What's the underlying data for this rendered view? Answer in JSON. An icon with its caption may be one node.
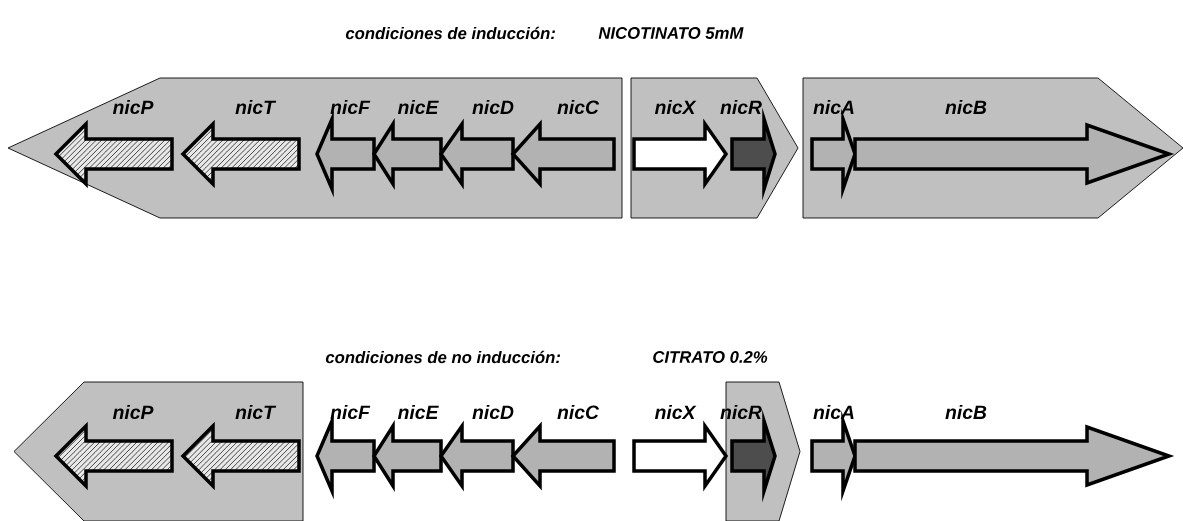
{
  "diagram": {
    "nodes": [
      {
        "text": [],
        "shape": "band"
      },
      {
        "text": [
          "nicP"
        ],
        "in": 0
      },
      {
        "text": [
          "nicT"
        ],
        "in": 0
      },
      {
        "text": [
          "nicF"
        ],
        "in": 0
      },
      {
        "text": [
          "nicE"
        ],
        "in": 0
      },
      {
        "text": [
          "nicD"
        ],
        "in": 0
      },
      {
        "text": [
          "nicC"
        ],
        "in": 0
      },
      {
        "text": [],
        "shape": "band"
      },
      {
        "text": [
          "nicX"
        ],
        "in": 7
      },
      {
        "text": [
          "nicR"
        ],
        "in": 7
      },
      {
        "text": [],
        "shape": "band"
      },
      {
        "text": [
          "nicA"
        ],
        "in": 10
      },
      {
        "text": [
          "nicB"
        ],
        "in": 10
      },
      {
        "text": [],
        "shape": "band"
      },
      {
        "text": [
          "nicP"
        ],
        "in": 13
      },
      {
        "text": [
          "nicT"
        ],
        "in": 13
      },
      {
        "text": [
          "nicF"
        ]
      },
      {
        "text": [
          "nicE"
        ]
      },
      {
        "text": [
          "nicD"
        ]
      },
      {
        "text": [
          "nicC"
        ]
      },
      {
        "text": [
          "nicX"
        ]
      },
      {
        "text": [],
        "shape": "band"
      },
      {
        "text": [
          "nicR"
        ],
        "in": 21
      },
      {
        "text": [
          "nicA"
        ]
      },
      {
        "text": [
          "nicB"
        ]
      }
    ],
    "labels": [
      "condiciones de inducción:",
      "NICOTINATO 5mM",
      "condiciones de no inducción:",
      "CITRATO 0.2%"
    ]
  }
}
